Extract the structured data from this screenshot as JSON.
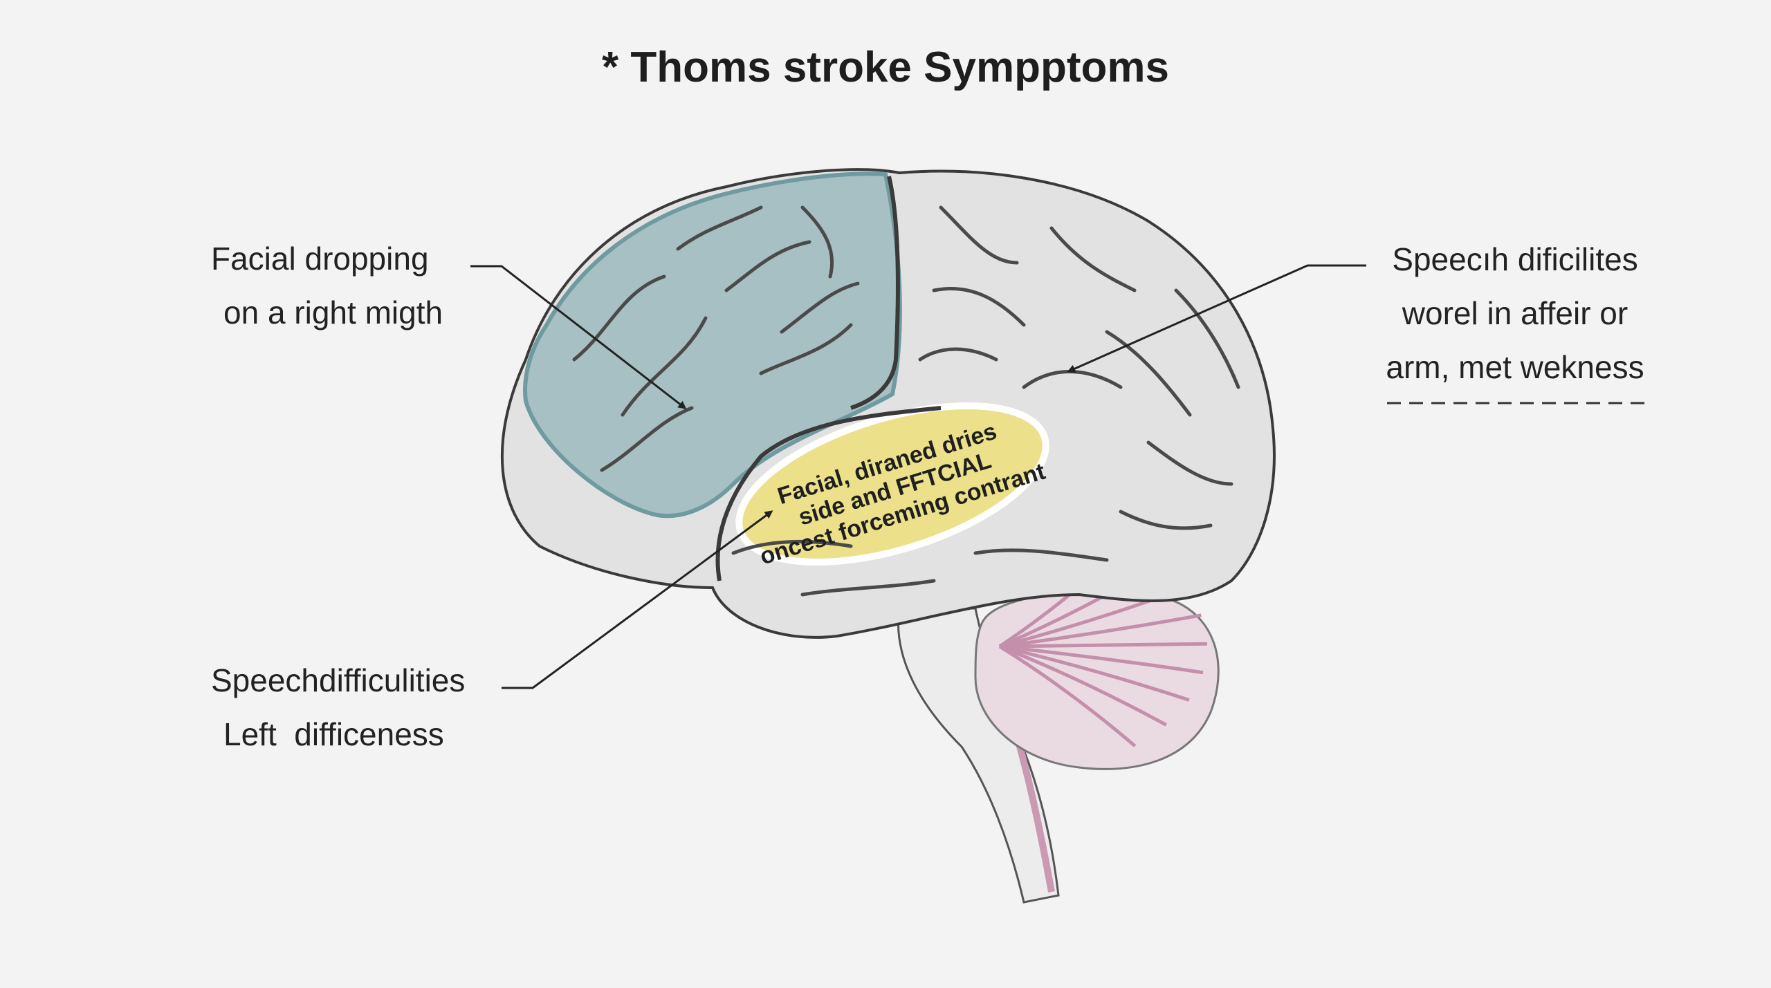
{
  "title": "* Thoms stroke Sympptoms",
  "labels": {
    "top_left": [
      "Facial dropping",
      "on a right migth"
    ],
    "top_right": [
      "Speecıh dificilites",
      "worel in affeir or",
      "arm, met wekness"
    ],
    "bottom_left": [
      "Speechdifficulities",
      "Left  difficeness"
    ]
  },
  "center_label": [
    "Facial, diraned dries",
    "side and FFTCIAL",
    "oncest forceming contrant"
  ],
  "colors": {
    "background": "#f3f3f3",
    "brain": "#e2e2e2",
    "brain_outline": "#3a3a3a",
    "frontal_highlight": "#8fb2b6",
    "temporal_highlight": "#ece08a",
    "cerebellum": "#c89ab0",
    "sulci": "#4a4a4a"
  }
}
